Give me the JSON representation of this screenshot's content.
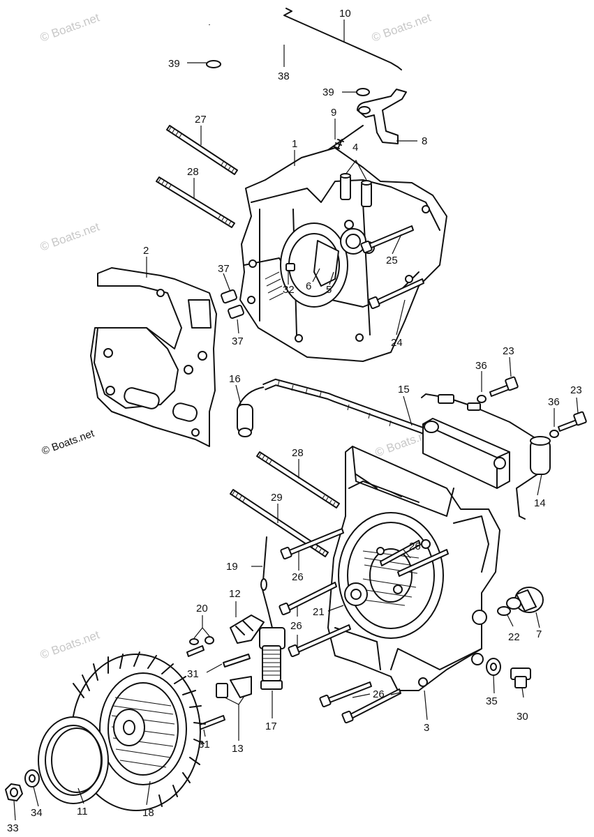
{
  "watermarks": [
    "© Boats.net",
    "© Boats.net",
    "© Boats.net",
    "© Boats.net",
    "© Boats.net",
    "© Boats.net"
  ],
  "labels": {
    "p1": "1",
    "p2": "2",
    "p3": "3",
    "p4": "4",
    "p5": "5",
    "p6": "6",
    "p7": "7",
    "p8": "8",
    "p9": "9",
    "p10": "10",
    "p11": "11",
    "p12": "12",
    "p13": "13",
    "p14": "14",
    "p15": "15",
    "p16": "16",
    "p17": "17",
    "p18": "18",
    "p19": "19",
    "p20": "20",
    "p21": "21",
    "p22": "22",
    "p23a": "23",
    "p23b": "23",
    "p24": "24",
    "p25": "25",
    "p26a": "26",
    "p26b": "26",
    "p26c": "26",
    "p26d": "26",
    "p27": "27",
    "p28a": "28",
    "p28b": "28",
    "p29": "29",
    "p30": "30",
    "p31a": "31",
    "p31b": "31",
    "p32": "32",
    "p33": "33",
    "p34": "34",
    "p35": "35",
    "p36a": "36",
    "p36b": "36",
    "p37a": "37",
    "p37b": "37",
    "p38": "38",
    "p39a": "39",
    "p39b": "39"
  }
}
